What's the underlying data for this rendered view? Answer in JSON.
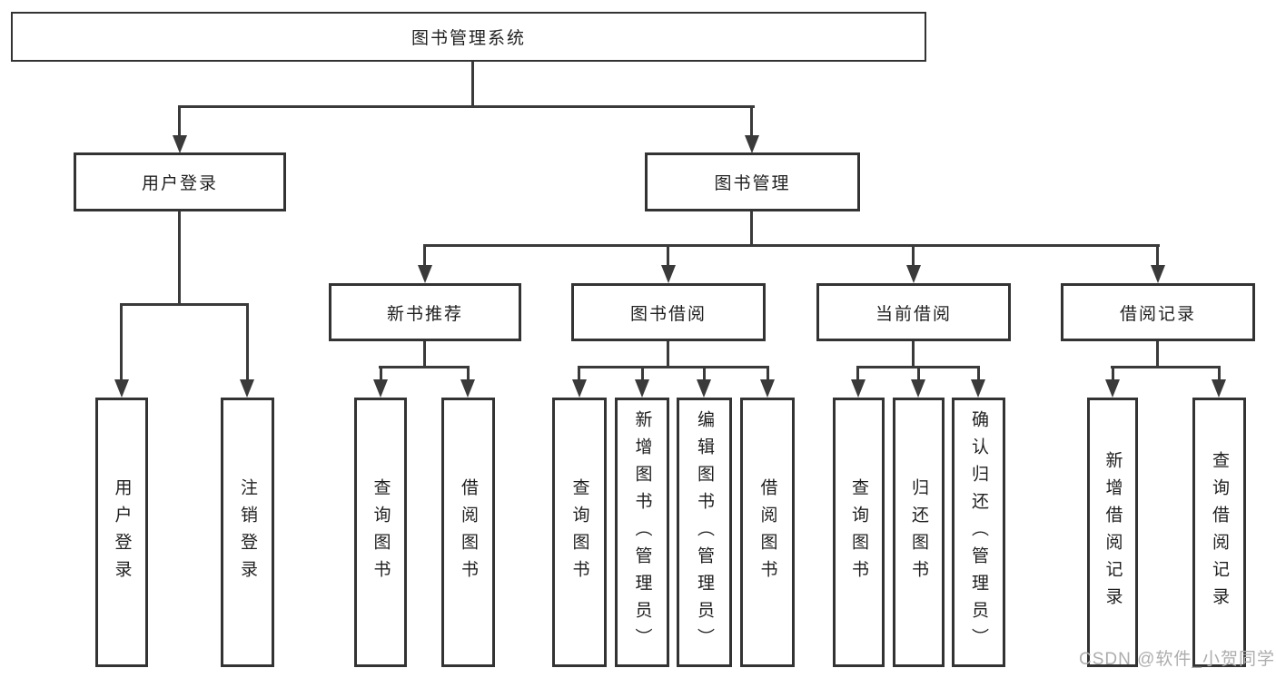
{
  "tree": {
    "label": "图书管理系统",
    "children": [
      {
        "label": "用户登录",
        "children": [
          {
            "label": "用户登录"
          },
          {
            "label": "注销登录"
          }
        ]
      },
      {
        "label": "图书管理",
        "children": [
          {
            "label": "新书推荐",
            "children": [
              {
                "label": "查询图书"
              },
              {
                "label": "借阅图书"
              }
            ]
          },
          {
            "label": "图书借阅",
            "children": [
              {
                "label": "查询图书"
              },
              {
                "label": "新增图书（管理员）"
              },
              {
                "label": "编辑图书（管理员）"
              },
              {
                "label": "借阅图书"
              }
            ]
          },
          {
            "label": "当前借阅",
            "children": [
              {
                "label": "查询图书"
              },
              {
                "label": "归还图书"
              },
              {
                "label": "确认归还（管理员）"
              }
            ]
          },
          {
            "label": "借阅记录",
            "children": [
              {
                "label": "新增借阅记录"
              },
              {
                "label": "查询借阅记录"
              }
            ]
          }
        ]
      }
    ]
  },
  "watermark": "CSDN @软件_小贺同学",
  "colors": {
    "line": "#3a3a3a",
    "border": "#333333",
    "text": "#1f1f1f",
    "watermark": "#adadad",
    "background": "#ffffff"
  }
}
